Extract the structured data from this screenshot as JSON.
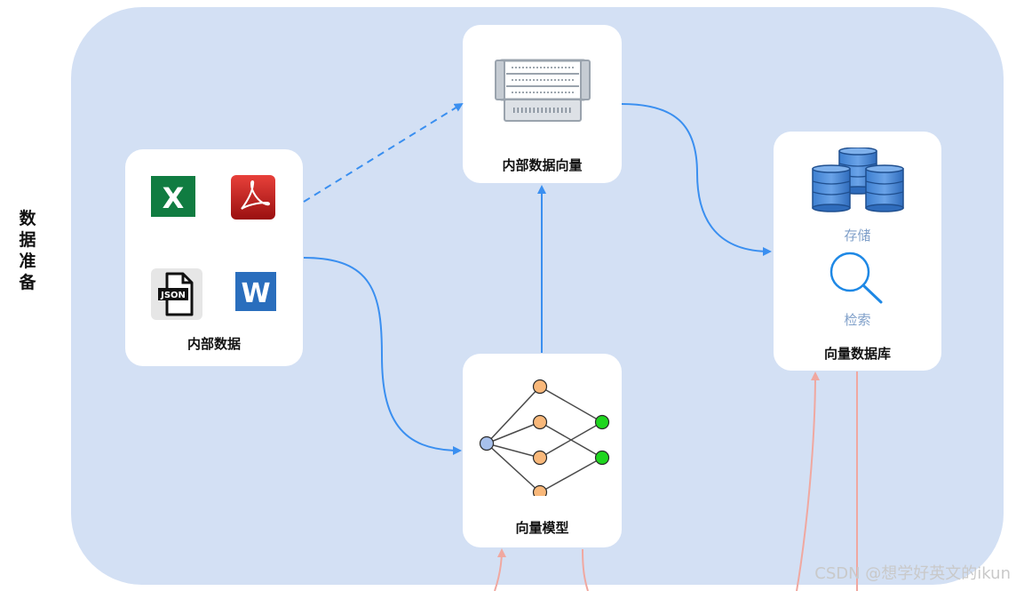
{
  "section_label": "数据准备",
  "nodes": {
    "internal_data": {
      "label": "内部数据",
      "icons": [
        "excel-icon",
        "pdf-icon",
        "json-icon",
        "word-icon"
      ]
    },
    "internal_vectors": {
      "label": "内部数据向量",
      "icons": [
        "server-rack-icon"
      ]
    },
    "vector_model": {
      "label": "向量模型",
      "icons": [
        "neural-network-icon"
      ]
    },
    "vector_db": {
      "label": "向量数据库",
      "storage_label": "存储",
      "search_label": "检索",
      "icons": [
        "database-cylinders-icon",
        "magnifier-icon"
      ]
    }
  },
  "icon_text": {
    "excel": "X",
    "json": "JSON",
    "word": "W"
  },
  "edges": [
    {
      "from": "internal_data",
      "to": "internal_vectors",
      "style": "dashed"
    },
    {
      "from": "internal_data",
      "to": "vector_model",
      "style": "solid"
    },
    {
      "from": "vector_model",
      "to": "internal_vectors",
      "style": "solid"
    },
    {
      "from": "internal_vectors",
      "to": "vector_db",
      "style": "solid"
    }
  ],
  "colors": {
    "panel": "#d3e0f4",
    "card": "#ffffff",
    "flow_arrow": "#3a8ff0",
    "external_arrow": "#f0a8a0",
    "hidden_node": "#f9b87a",
    "input_node": "#a7c0ec",
    "output_node": "#1fd61f"
  },
  "watermark": "CSDN @想学好英文的ikun"
}
